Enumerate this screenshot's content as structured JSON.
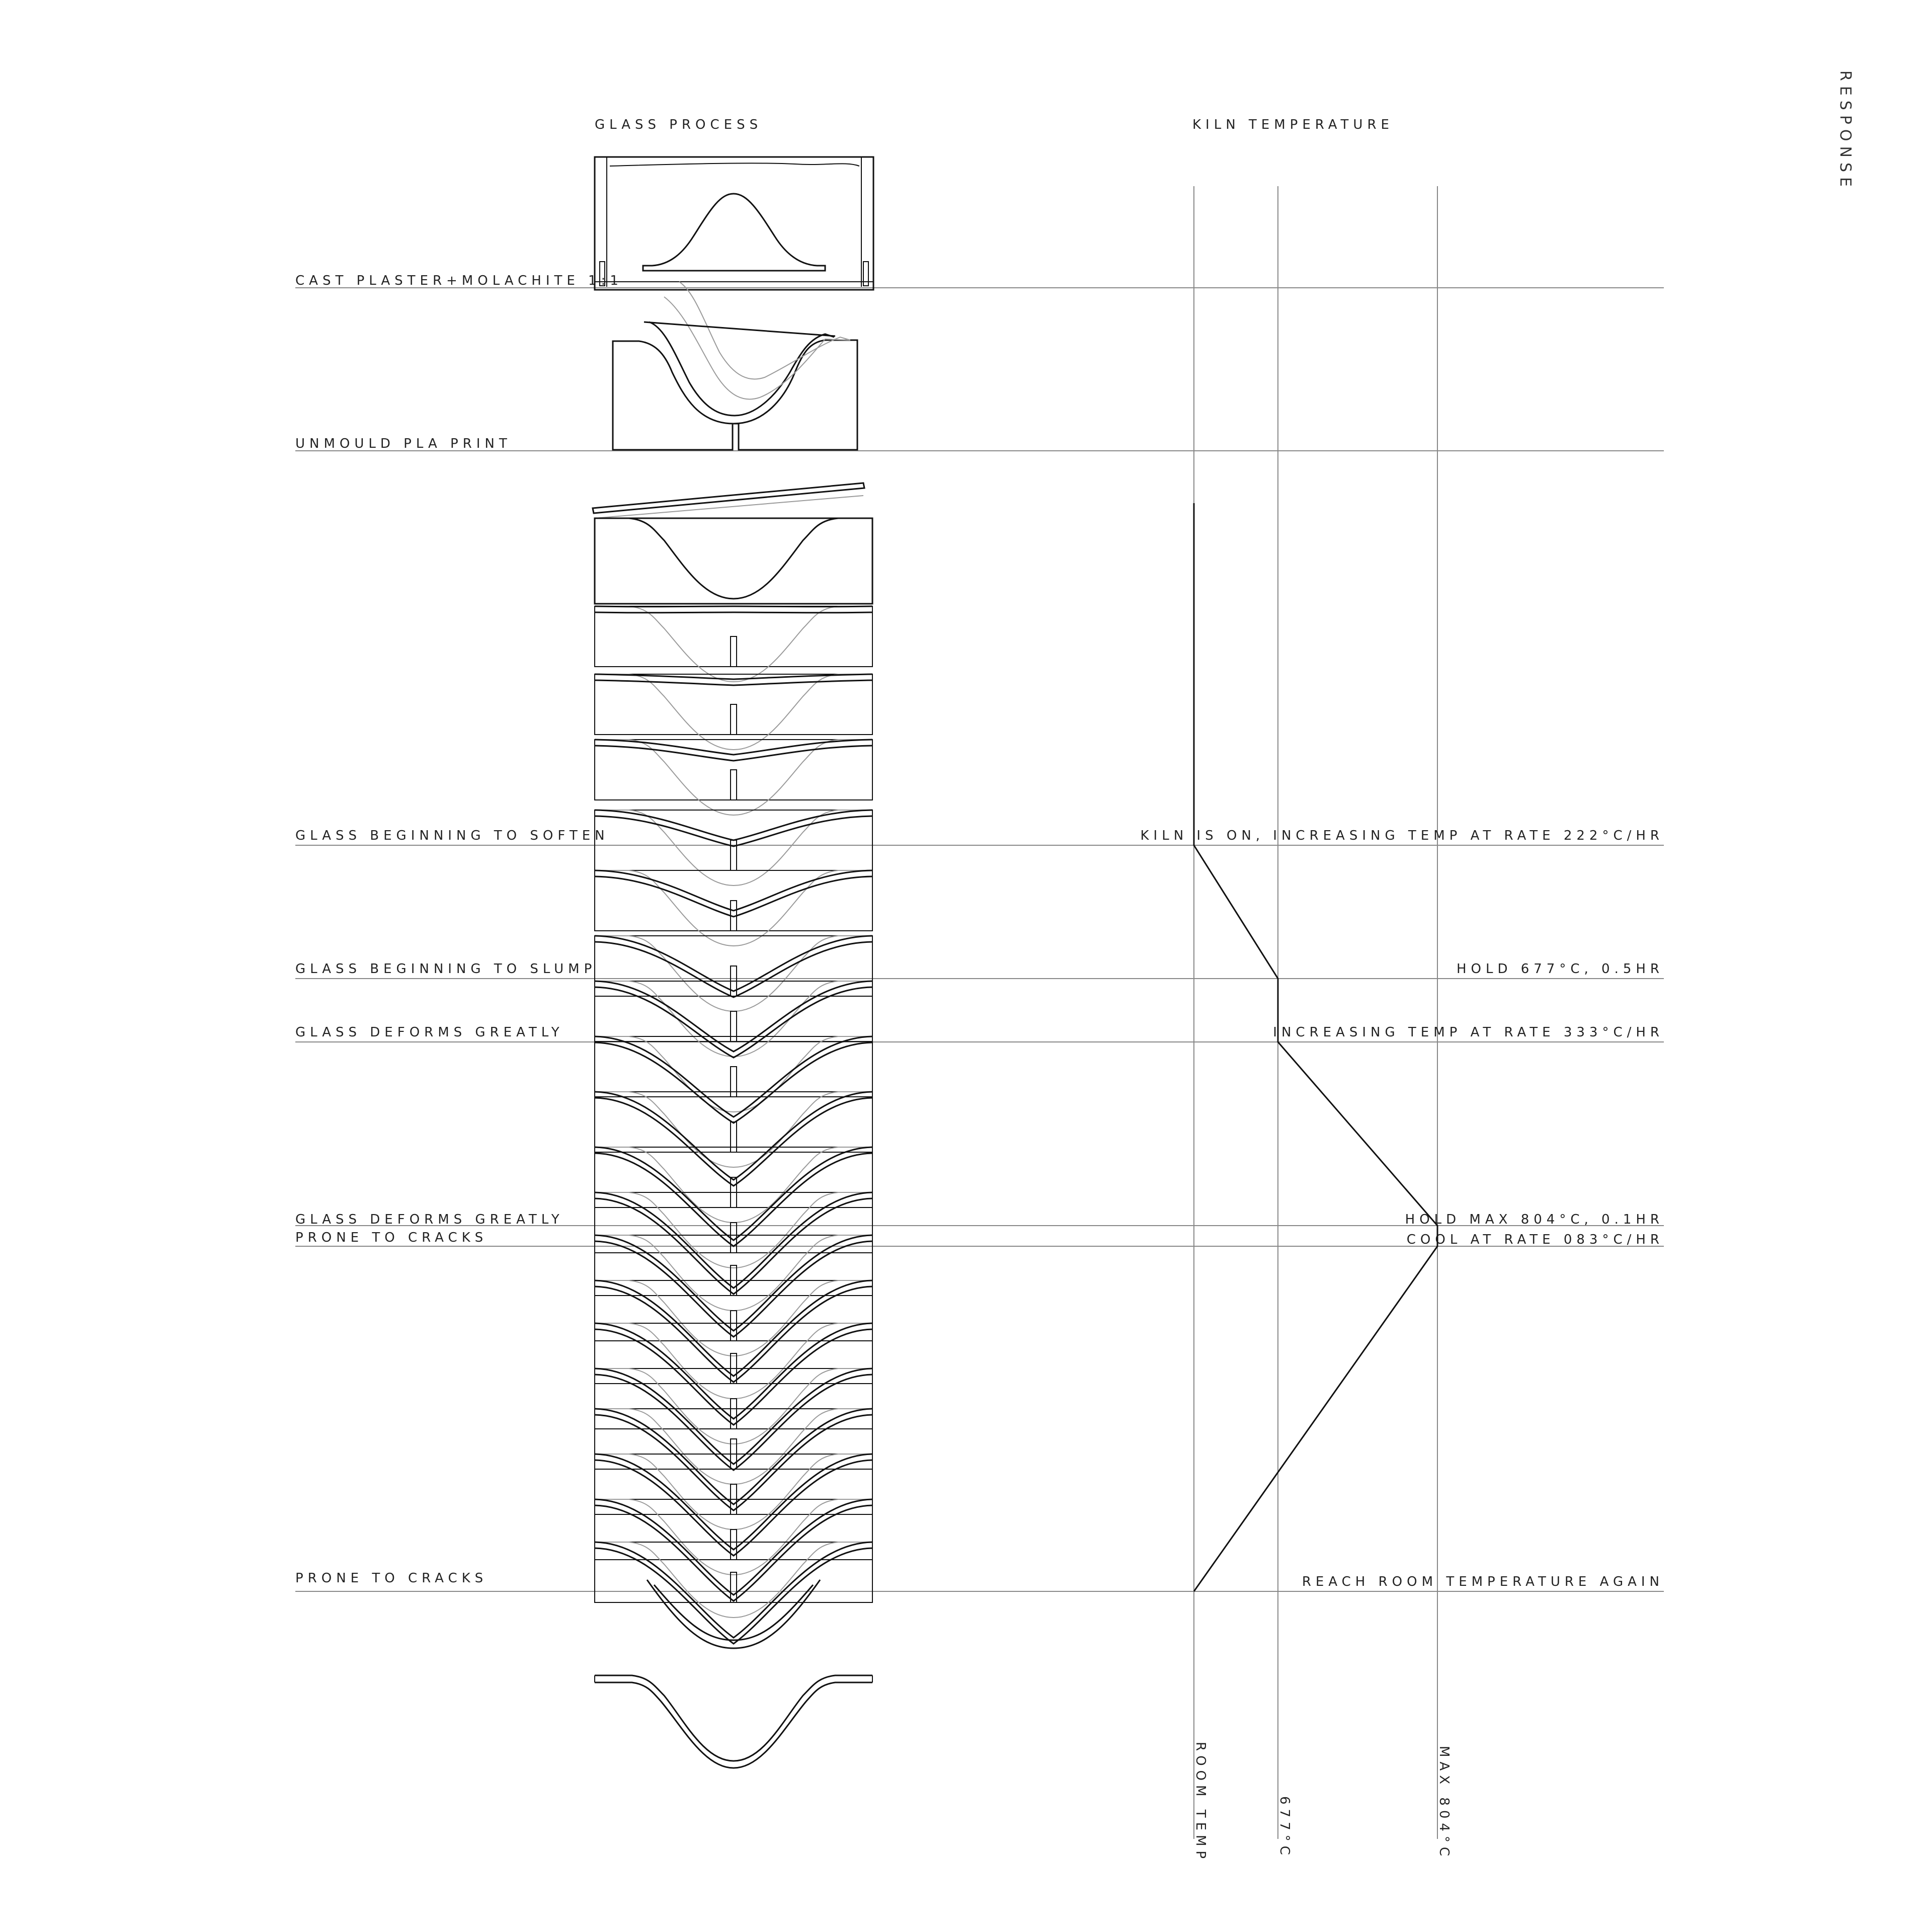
{
  "side_title": "RESPONSE",
  "headers": {
    "glass_process": "GLASS PROCESS",
    "kiln_temperature": "KILN TEMPERATURE"
  },
  "process_labels": [
    "CAST PLASTER+MOLACHITE 1:1",
    "UNMOULD PLA PRINT",
    "GLASS BEGINNING TO SOFTEN",
    "GLASS BEGINNING TO SLUMP",
    "GLASS DEFORMS GREATLY",
    "GLASS DEFORMS GREATLY",
    "PRONE TO CRACKS",
    "PRONE TO CRACKS"
  ],
  "kiln_labels": [
    "KILN IS ON, INCREASING TEMP AT RATE 222°C/HR",
    "HOLD 677°C, 0.5HR",
    "INCREASING TEMP AT RATE 333°C/HR",
    "HOLD MAX 804°C, 0.1HR",
    "COOL AT RATE 083°C/HR",
    "REACH ROOM TEMPERATURE AGAIN"
  ],
  "axis_labels": {
    "room": "ROOM TEMP",
    "mid": "677°C",
    "max": "MAX 804°C"
  },
  "schedule": [
    {
      "temp": "room",
      "event": 0
    },
    {
      "temp": "mid",
      "event": 1
    },
    {
      "temp": "mid",
      "event": 2
    },
    {
      "temp": "max",
      "event": 3
    },
    {
      "temp": "max",
      "event": 4
    },
    {
      "temp": "room",
      "event": 5
    }
  ]
}
